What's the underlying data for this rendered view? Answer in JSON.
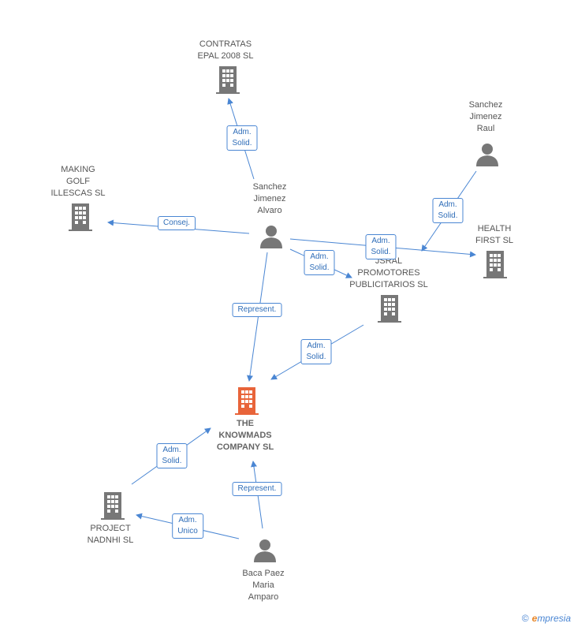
{
  "colors": {
    "edge": "#4a86d3",
    "building": "#777777",
    "focus": "#e8643a",
    "person": "#777777"
  },
  "nodes": {
    "contratas": {
      "label": "CONTRATAS\nEPAL 2008 SL",
      "icon": "building-icon"
    },
    "making_golf": {
      "label": "MAKING\nGOLF\nILLESCAS SL",
      "icon": "building-icon"
    },
    "sanchez_alvaro": {
      "label": "Sanchez\nJimenez\nAlvaro",
      "icon": "person-icon"
    },
    "sanchez_raul": {
      "label": "Sanchez\nJimenez\nRaul",
      "icon": "person-icon"
    },
    "health_first": {
      "label": "HEALTH\nFIRST SL",
      "icon": "building-icon"
    },
    "jsral": {
      "label": "JSRAL\nPROMOTORES\nPUBLICITARIOS SL",
      "icon": "building-icon"
    },
    "knowmads": {
      "label": "THE\nKNOWMADS\nCOMPANY SL",
      "icon": "building-icon"
    },
    "project_nadnhi": {
      "label": "PROJECT\nNADNHI SL",
      "icon": "building-icon"
    },
    "baca_paez": {
      "label": "Baca Paez\nMaria\nAmparo",
      "icon": "person-icon"
    }
  },
  "edges": {
    "e1": "Adm.\nSolid.",
    "e2": "Consej.",
    "e3": "Adm.\nSolid.",
    "e4": "Adm.\nSolid.",
    "e5": "Adm.\nSolid.",
    "e6": "Represent.",
    "e7": "Adm.\nSolid.",
    "e8": "Adm.\nSolid.",
    "e9": "Represent.",
    "e10": "Adm.\nUnico"
  },
  "brand": {
    "copyright": "©",
    "e": "e",
    "name": "mpresia"
  }
}
